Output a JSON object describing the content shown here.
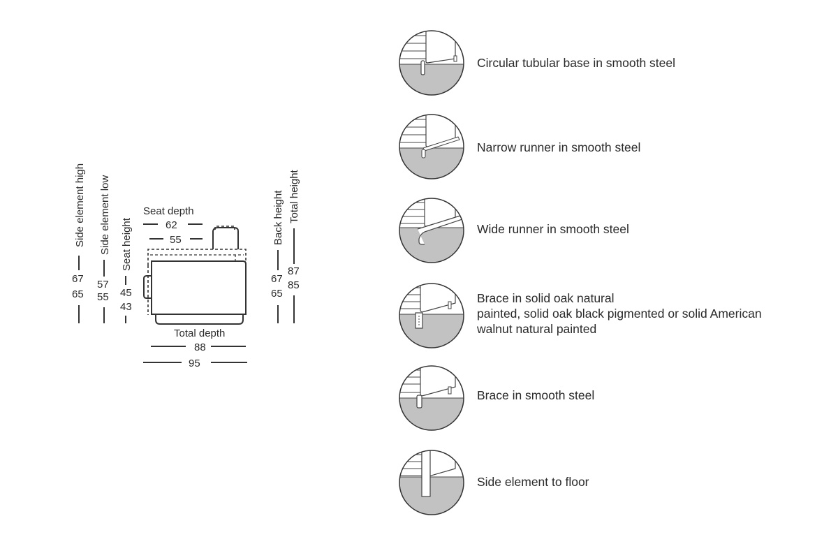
{
  "dimensions": {
    "side_high": {
      "label": "Side element high",
      "v1": "67",
      "v2": "65"
    },
    "side_low": {
      "label": "Side element low",
      "v1": "57",
      "v2": "55"
    },
    "seat_height": {
      "label": "Seat height",
      "v1": "45",
      "v2": "43"
    },
    "seat_depth": {
      "label": "Seat depth",
      "v1": "62",
      "v2": "55"
    },
    "back_height": {
      "label": "Back height",
      "v1": "67",
      "v2": "65"
    },
    "total_height": {
      "label": "Total height",
      "v1": "87",
      "v2": "85"
    },
    "total_depth": {
      "label": "Total depth",
      "v1": "88",
      "v2": "95"
    }
  },
  "options": [
    {
      "label": "Circular tubular base in smooth steel",
      "icon": "tubular-base-icon"
    },
    {
      "label": "Narrow runner in smooth steel",
      "icon": "narrow-runner-icon"
    },
    {
      "label": "Wide runner in smooth steel",
      "icon": "wide-runner-icon"
    },
    {
      "label": "Brace in solid oak natural\npainted, solid oak black pigmented or solid American\nwalnut natural painted",
      "icon": "oak-brace-icon"
    },
    {
      "label": "Brace in smooth steel",
      "icon": "steel-brace-icon"
    },
    {
      "label": "Side element to floor",
      "icon": "side-to-floor-icon"
    }
  ]
}
